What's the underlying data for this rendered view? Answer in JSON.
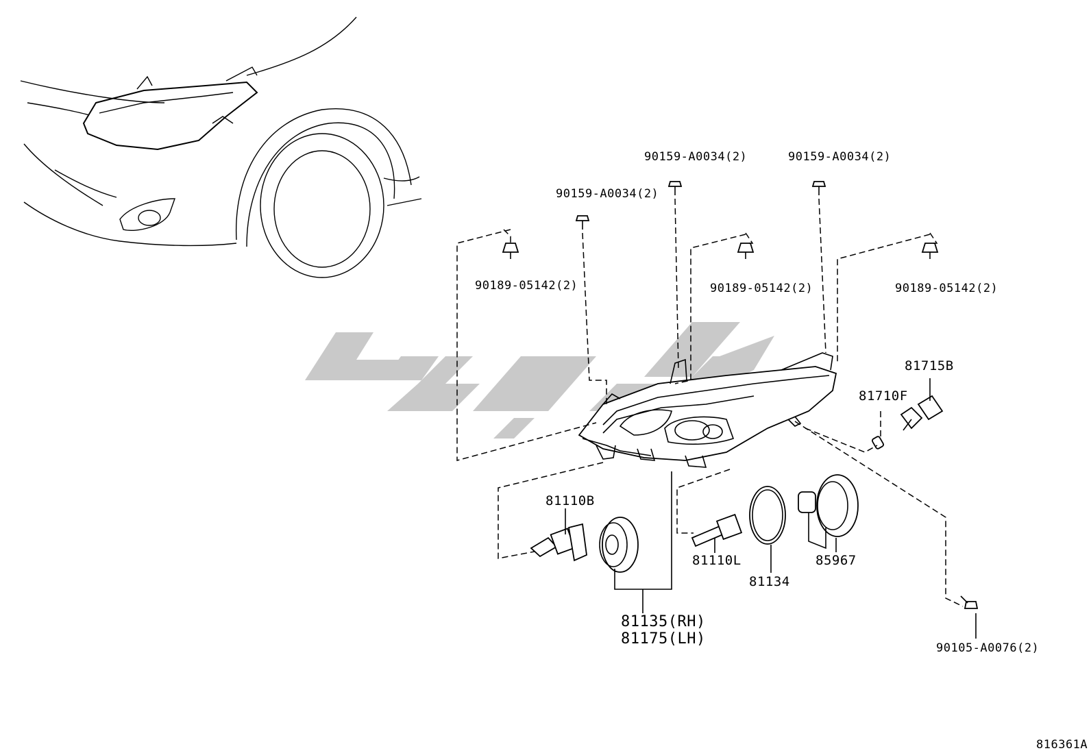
{
  "labels": {
    "bolt_top_left": "90159-A0034(2)",
    "bolt_top_mid": "90159-A0034(2)",
    "bolt_top_right": "90159-A0034(2)",
    "clip_left": "90189-05142(2)",
    "clip_mid": "90189-05142(2)",
    "clip_right": "90189-05142(2)",
    "bulb_socket": "81715B",
    "side_bulb": "81710F",
    "bulb_hb": "81110B",
    "bulb_hid": "81110L",
    "oring": "81134",
    "ballast": "85967",
    "housing_rh": "81135(RH)",
    "housing_lh": "81175(LH)",
    "screw_bottom": "90105-A0076(2)",
    "diagram_id": "816361A"
  },
  "icons": {
    "watermark": "watermark-logo",
    "car_front": "car-front-illustration",
    "headlamp": "headlamp-assembly-illustration"
  }
}
